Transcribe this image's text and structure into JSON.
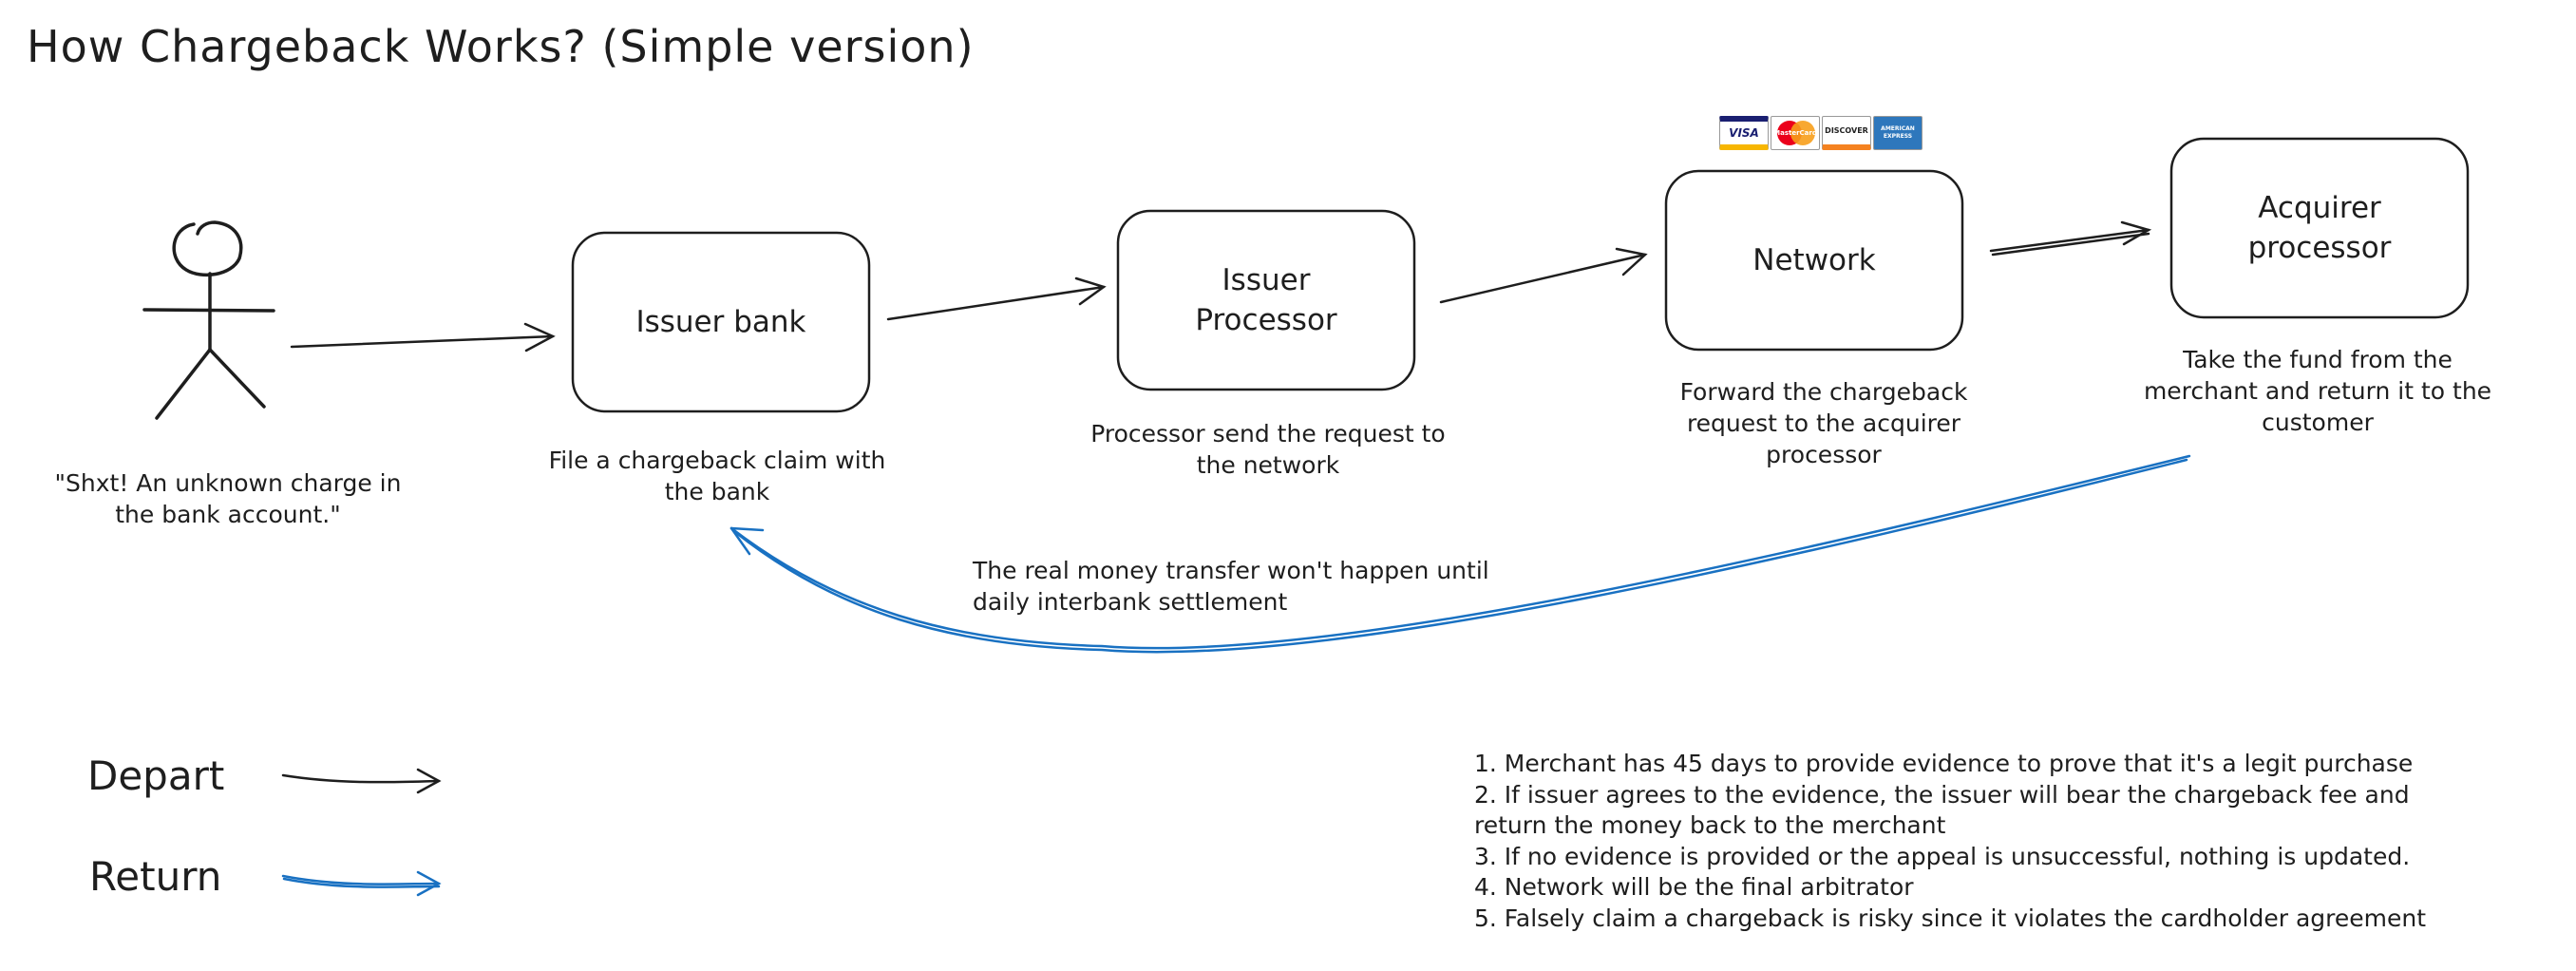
{
  "title": "How Chargeback Works? (Simple version)",
  "nodes": {
    "issuer_bank": "Issuer bank",
    "issuer_processor": "Issuer\nProcessor",
    "network": "Network",
    "acquirer_processor": "Acquirer\nprocessor"
  },
  "captions": {
    "customer": "\"Shxt! An unknown charge in\nthe bank account.\"",
    "issuer_bank": "File a chargeback claim with\nthe bank",
    "issuer_processor": "Processor send the request to\nthe network",
    "network": "Forward the chargeback\nrequest to the acquirer\nprocessor",
    "acquirer_processor": "Take the fund from the\nmerchant and return it to the\ncustomer"
  },
  "return_note": "The real money transfer won't happen until\ndaily interbank settlement",
  "card_logos": {
    "visa": "VISA",
    "mastercard": "MasterCard",
    "discover": "DISCOVER",
    "amex": "AMERICAN EXPRESS"
  },
  "legend": {
    "depart": "Depart",
    "return": "Return"
  },
  "notes": [
    "1. Merchant has 45 days to provide evidence to prove that it's a legit purchase",
    "2. If issuer agrees to the evidence, the issuer will bear the chargeback fee and",
    "return the money back to the merchant",
    "3. If no evidence is provided or the appeal is unsuccessful, nothing is updated.",
    "4. Network will be the final arbitrator",
    "5. Falsely claim a chargeback is risky since it violates the cardholder agreement"
  ],
  "colors": {
    "ink": "#1e1e1e",
    "return_arrow": "#1971c2"
  }
}
